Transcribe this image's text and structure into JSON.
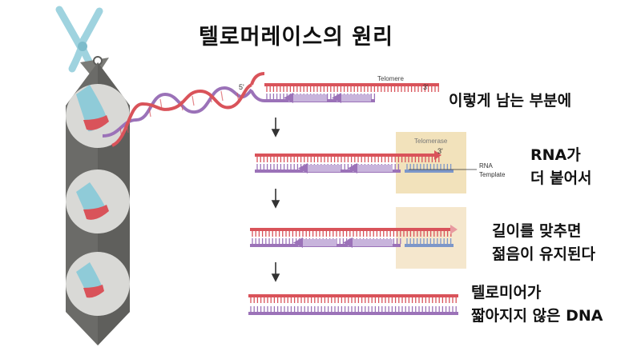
{
  "title": "텔로머레이스의 원리",
  "labels": {
    "five_prime": "5'",
    "three_prime": "3'",
    "telomere": "Telomere",
    "telomerase": "Telomerase",
    "rna_template_1": "RNA",
    "rna_template_2": "Template"
  },
  "captions": {
    "step1": "이렇게 남는 부분에",
    "step2_line1": "RNA가",
    "step2_line2": "더 붙어서",
    "step3_line1": "길이를 맞추면",
    "step3_line2": "젊음이 유지된다",
    "step4_line1": "텔로미어가",
    "step4_line2": "짧아지지 않은 DNA"
  },
  "colors": {
    "strand_red": "#d9535a",
    "strand_purple": "#9b72b8",
    "primer_purple": "#c8b4dc",
    "template_blue": "#7d97c9",
    "telomerase_box": "#f2e2bb",
    "telomerase_box_light": "#f5e7cd",
    "chromosome_gray": "#6b6b68",
    "chromosome_light": "#8d8d89",
    "chromatid_blue": "#8fcbd8",
    "arrow": "#333333"
  }
}
